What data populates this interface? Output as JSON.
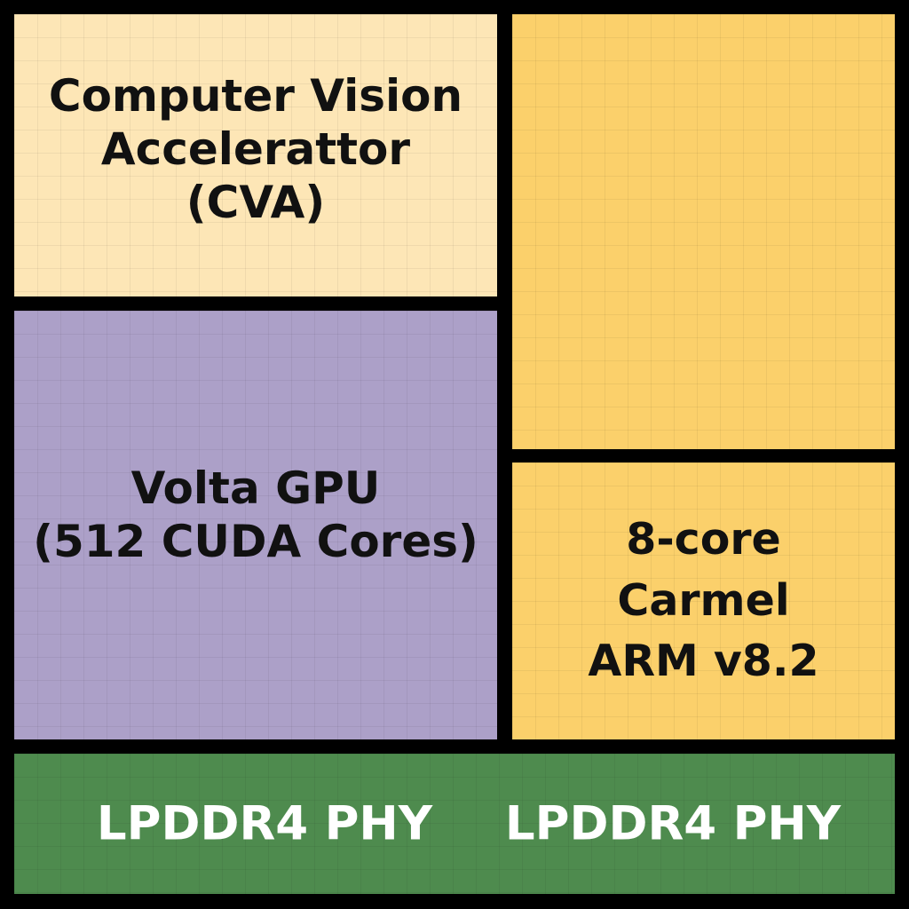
{
  "colors": {
    "background": "#000000",
    "cva_fill": "#fde6b6",
    "cpu_fill": "#fbd06b",
    "gpu_fill": "#aca0c8",
    "memory_fill": "#4e8b4e",
    "dark_text": "#111111",
    "light_text": "#ffffff"
  },
  "blocks": {
    "cva": {
      "lines": [
        "Computer Vision",
        "Accelerattor",
        "(CVA)"
      ]
    },
    "gpu": {
      "lines": [
        "Volta GPU",
        "(512 CUDA Cores)"
      ]
    },
    "cpu": {
      "lines": [
        "8-core",
        "Carmel",
        "ARM v8.2"
      ]
    },
    "memory": {
      "left_label": "LPDDR4 PHY",
      "right_label": "LPDDR4 PHY"
    }
  }
}
